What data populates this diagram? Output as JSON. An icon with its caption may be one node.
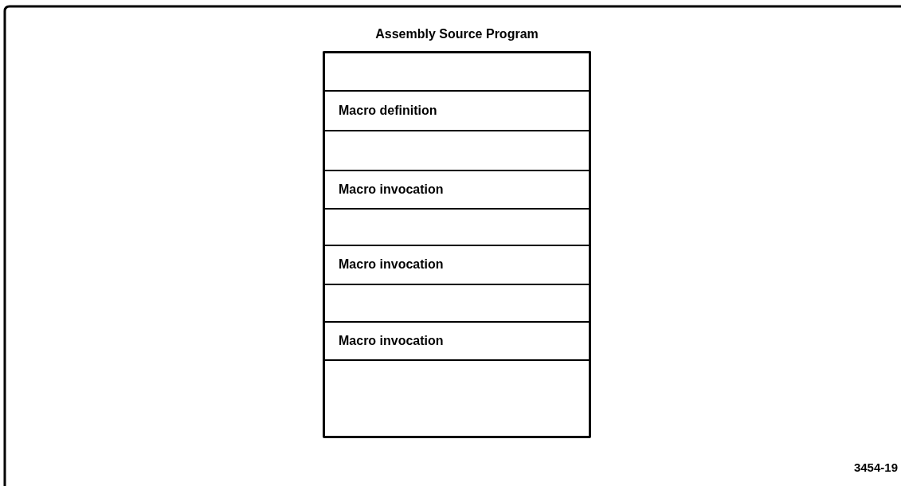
{
  "diagram": {
    "nodes": [
      {
        "text": [
          "Assembly Source Program"
        ]
      },
      {
        "text": [],
        "shape": "box",
        "in": 0
      },
      {
        "text": [
          "Macro definition"
        ],
        "in": 0
      },
      {
        "text": [],
        "shape": "box",
        "in": 0
      },
      {
        "text": [
          "Macro invocation"
        ],
        "in": 0
      },
      {
        "text": [],
        "shape": "box",
        "in": 0
      },
      {
        "text": [
          "Macro invocation"
        ],
        "in": 0
      },
      {
        "text": [],
        "shape": "box",
        "in": 0
      },
      {
        "text": [
          "Macro invocation"
        ],
        "in": 0
      },
      {
        "text": [],
        "shape": "box",
        "in": 0
      }
    ],
    "labels": [
      "3454-19"
    ]
  }
}
